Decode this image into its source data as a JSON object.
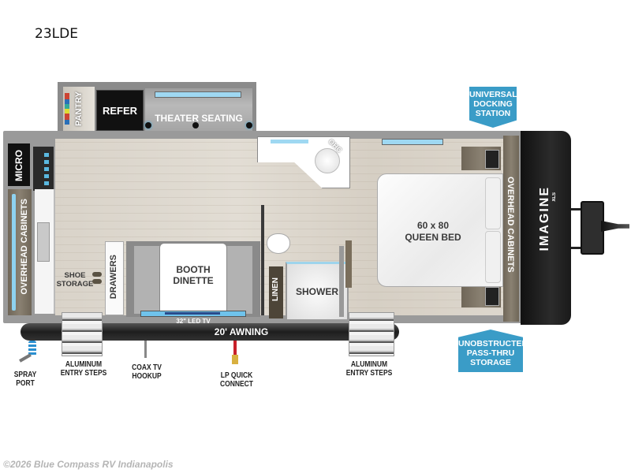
{
  "model": "23LDE",
  "rooms": {
    "pantry": "PANTRY",
    "refer": "REFER",
    "theater_seating": "THEATER SEATING",
    "micro": "MICRO",
    "overhead_cabinets_left": "OVERHEAD CABINETS",
    "shoe_storage": "SHOE STORAGE",
    "drawers": "DRAWERS",
    "booth_dinette": "BOOTH DINETTE",
    "led_tv": "32\" LED TV",
    "ohc": "OHC",
    "linen": "LINEN",
    "shower": "SHOWER",
    "queen_bed_size": "60 x 80",
    "queen_bed": "QUEEN BED",
    "overhead_cabinets_right": "OVERHEAD CABINETS",
    "brand": "IMAGINE",
    "brand_sub": "XLS",
    "awning": "20' AWNING"
  },
  "callouts": {
    "docking": [
      "UNIVERSAL",
      "DOCKING",
      "STATION"
    ],
    "storage": [
      "UNOBSTRUCTED",
      "PASS-THRU",
      "STORAGE"
    ]
  },
  "exterior": {
    "spray_port": [
      "SPRAY",
      "PORT"
    ],
    "entry_steps_left": [
      "ALUMINUM",
      "ENTRY STEPS"
    ],
    "coax": [
      "COAX TV",
      "HOOKUP"
    ],
    "lp": [
      "LP QUICK",
      "CONNECT"
    ],
    "entry_steps_right": [
      "ALUMINUM",
      "ENTRY STEPS"
    ]
  },
  "colors": {
    "callout_blue": "#3a9cc7",
    "floor": "#dcd6cc",
    "cap_black": "#1c1c1c",
    "lp_red": "#c8202a",
    "spray_blue": "#2a8fd0"
  },
  "footer": {
    "copyright": "©2026 Blue Compass RV Indianapolis"
  }
}
